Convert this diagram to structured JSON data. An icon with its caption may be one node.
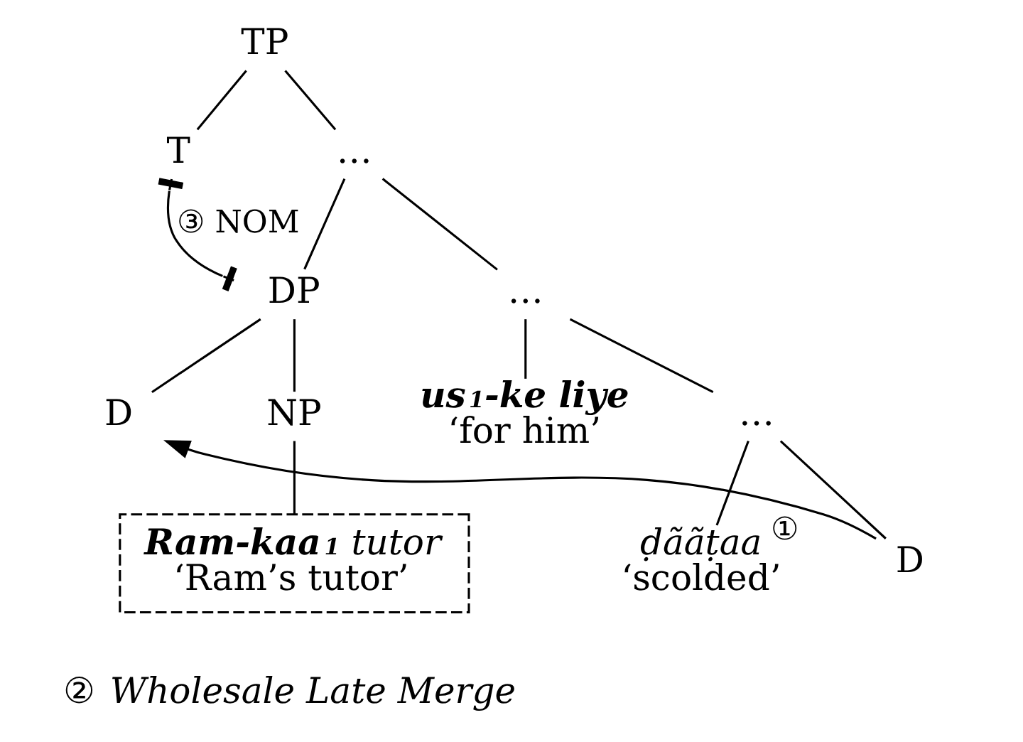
{
  "diagram": {
    "nodes": [
      {
        "text": [
          "TP"
        ]
      },
      {
        "text": [
          "T"
        ]
      },
      {
        "text": [
          "…"
        ]
      },
      {
        "text": [
          "DP"
        ]
      },
      {
        "text": [
          "…"
        ]
      },
      {
        "text": [
          "D"
        ]
      },
      {
        "text": [
          "NP"
        ]
      },
      {
        "text": [
          "**Ram-kaa$_{1}$** tutor",
          "‘Ram’s tutor’"
        ],
        "beside": [
          "② *Wholesale Late Merge*"
        ]
      },
      {
        "text": [
          "us$_{1}$-ke liye",
          "‘for him’"
        ]
      },
      {
        "text": [
          "…"
        ]
      },
      {
        "text": [
          "ḍããṭaa",
          "‘scolded’"
        ]
      },
      {
        "text": [
          "D"
        ]
      }
    ],
    "edges": [
      {
        "from": 0,
        "to": 1,
        "arrow": "none"
      },
      {
        "from": 0,
        "to": 2,
        "arrow": "none"
      },
      {
        "from": 2,
        "to": 3,
        "arrow": "none"
      },
      {
        "from": 2,
        "to": 4,
        "arrow": "none"
      },
      {
        "from": 3,
        "to": 5,
        "arrow": "none"
      },
      {
        "from": 3,
        "to": 6,
        "arrow": "none"
      },
      {
        "from": 6,
        "to": 7,
        "arrow": "none"
      },
      {
        "from": 4,
        "to": 8,
        "arrow": "none"
      },
      {
        "from": 4,
        "to": 9,
        "arrow": "none"
      },
      {
        "from": 9,
        "to": 10,
        "arrow": "none"
      },
      {
        "from": 9,
        "to": 11,
        "arrow": "none"
      },
      {
        "from": 11,
        "to": 5,
        "arrow": "to",
        "label": "①"
      },
      {
        "from": 1,
        "to": 3,
        "arrow": "other",
        "label": "③ NOM"
      }
    ]
  }
}
